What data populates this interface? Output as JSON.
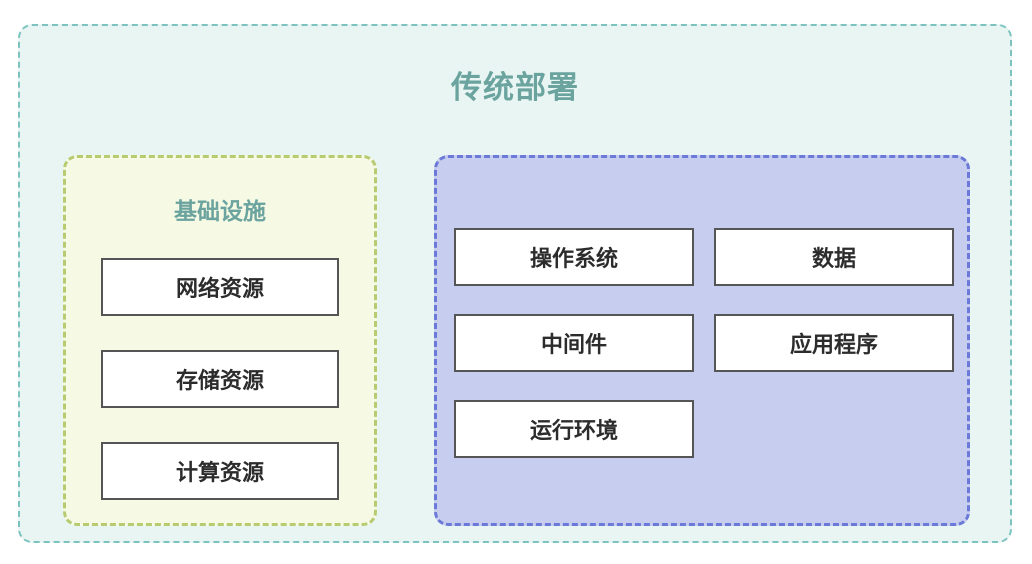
{
  "diagram": {
    "title": "传统部署",
    "title_color": "#6ba39f",
    "outer_bg": "#e8f5f2",
    "outer_border": "#7cc3c0"
  },
  "infrastructure_panel": {
    "title": "基础设施",
    "bg": "#f6f9e4",
    "border": "#b7cb71",
    "items": [
      {
        "label": "网络资源"
      },
      {
        "label": "存储资源"
      },
      {
        "label": "计算资源"
      }
    ]
  },
  "stack_panel": {
    "bg": "#c7cdee",
    "border": "#6b79d8",
    "items": [
      {
        "label": "操作系统",
        "col": 0,
        "row": 0
      },
      {
        "label": "数据",
        "col": 1,
        "row": 0
      },
      {
        "label": "中间件",
        "col": 0,
        "row": 1
      },
      {
        "label": "应用程序",
        "col": 1,
        "row": 1
      },
      {
        "label": "运行环境",
        "col": 0,
        "row": 2
      }
    ]
  }
}
